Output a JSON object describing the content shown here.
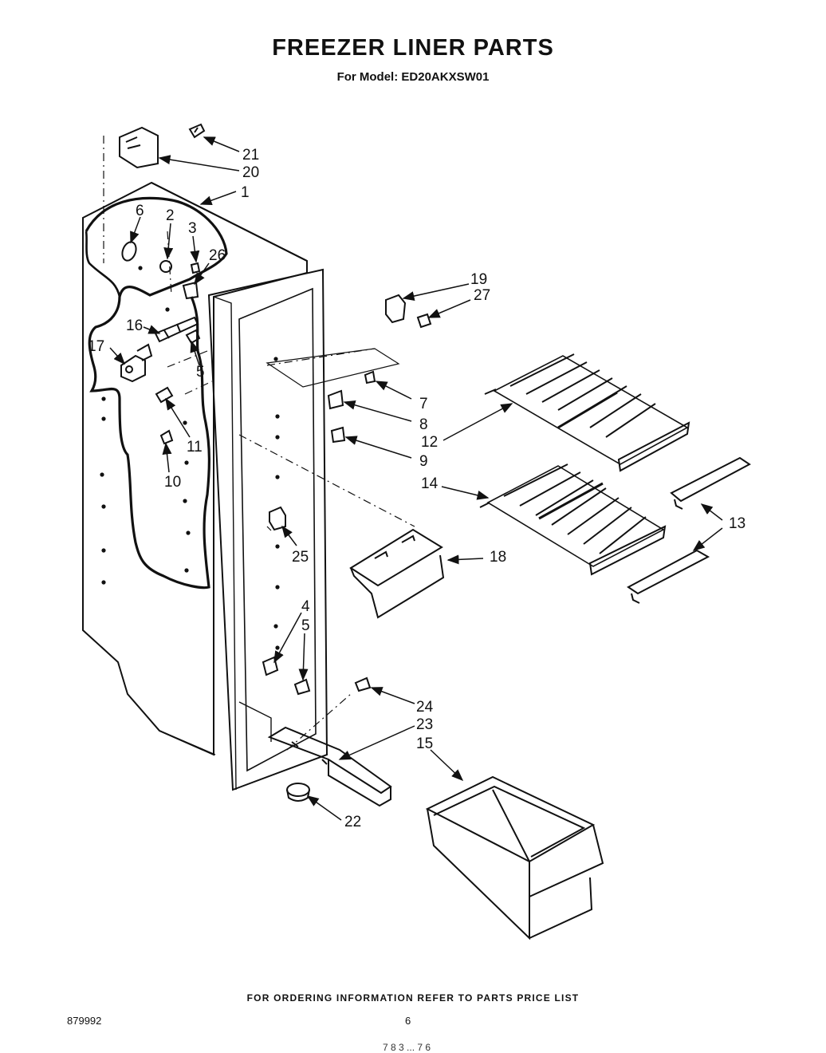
{
  "title": "FREEZER LINER PARTS",
  "subtitle": "For Model: ED20AKXSW01",
  "footer": "FOR ORDERING INFORMATION REFER TO PARTS PRICE LIST",
  "doc_number": "879992",
  "page_number": "6",
  "stamp": "7 8 3 ... 7 6",
  "callouts": {
    "c1": "1",
    "c2": "2",
    "c3": "3",
    "c4": "4",
    "c5a": "5",
    "c5b": "5",
    "c6": "6",
    "c7": "7",
    "c8": "8",
    "c9": "9",
    "c10": "10",
    "c11": "11",
    "c12": "12",
    "c13": "13",
    "c14": "14",
    "c15": "15",
    "c16": "16",
    "c17": "17",
    "c18": "18",
    "c19": "19",
    "c20": "20",
    "c21": "21",
    "c22": "22",
    "c23": "23",
    "c24": "24",
    "c25": "25",
    "c26": "26",
    "c27": "27"
  }
}
